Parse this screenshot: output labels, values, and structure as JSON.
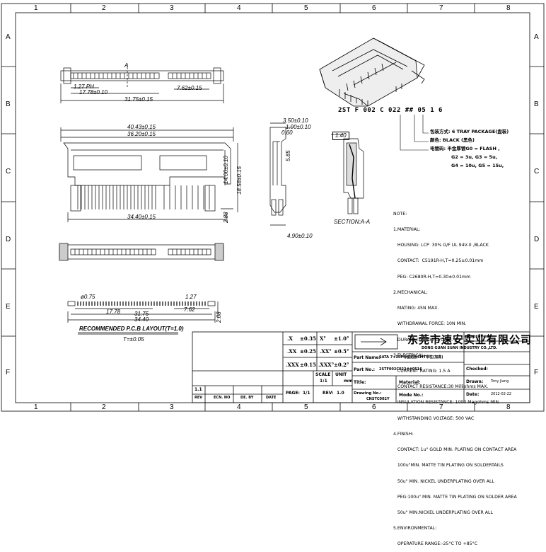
{
  "border": {
    "columns": [
      "1",
      "2",
      "3",
      "4",
      "5",
      "6",
      "7",
      "8"
    ],
    "rows": [
      "A",
      "B",
      "C",
      "D",
      "E",
      "F"
    ]
  },
  "dimensions": {
    "top_view": {
      "pitch": "1.27 PH",
      "w1": "17.78±0.10",
      "w2": "7.62±0.15",
      "total": "31.75±0.15",
      "section_mark": "A"
    },
    "front_view": {
      "outer": "40.43±0.15",
      "inner": "36.20±0.15",
      "pins": "34.40±0.15",
      "h1": "14.00±0.10",
      "h2": "18.58±0.15",
      "foot": "2.88"
    },
    "side_view": {
      "d1": "3.50±0.10",
      "d2": "1.90±0.10",
      "d3": "0.60",
      "d4": "5.85",
      "bottom": "4.90±0.10"
    },
    "section": {
      "label": "SECTION:A-A",
      "dim": "1.40"
    },
    "pcb": {
      "hole": "ø0.75",
      "pitch": "1.27",
      "w1": "17.78",
      "w2": "7.62",
      "w3": "31.75",
      "total": "34.40",
      "h": "2.08",
      "title": "RECOMMENDED P.C.B LAYOUT(T=1.0)",
      "tol": "T=±0.05"
    }
  },
  "part_number": {
    "code": "2ST F 002 C 022 ## 05 1 6",
    "legend": [
      "包装方式: 6 TRAY PACKAGE(盘装)",
      "颜色: BLACK (黑色)",
      "电镀码: 半金厚镀G0 = FLASH ,",
      "G2 = 3u, G3 = 5u,",
      "G4 = 10u, G5 = 15u,"
    ]
  },
  "notes": [
    "NOTE:",
    "1.MATERIAL:",
    "   HOUSING: LCP  30% G/F UL 94V-0 ,BLACK",
    "   CONTACT:  C5191R-H,T=0.25±0.01mm",
    "   PEG: C2680R-H,T=0.30±0.01mm",
    "2.MECHANICAL:",
    "   MATING: 45N MAX.",
    "   WITHDRAWAL FORCE: 10N MIN.",
    "   DURABILITY: 500 CYCLES.",
    "3.ELECTRICAL:",
    "   CURRENT RATING: 1.5 A",
    "   CONTACT RESISTANCE:30 Milliohms MAX.",
    "   INSULATION RESISTANCE: 1000 Megohms MIN.",
    "   WITHSTANDING VOLTAGE: 500 VAC",
    "4.FINISH:",
    "   CONTACT: 1u\" GOLD MIN. PLATING ON CONTACT AREA",
    "   100u\"MIN. MATTE TIN PLATING ON SOLDERTAILS",
    "   50u\" MIN. NICKEL UNDERPLATING OVER ALL",
    "   PEG:100u\" MIN. MATTE TIN PLATING ON SOLDER AREA",
    "   50u\" MIN.NICKEL UNDERPLATING OVER ALL",
    "5.ENVIRONMENTAL:",
    "   OPERATURE RANGE:-25°C TO +85°C"
  ],
  "title_block": {
    "tolerances": [
      {
        "a": ".X",
        "b": "±0.35",
        "c": "X°",
        "d": "±1.0°"
      },
      {
        "a": ".XX",
        "b": "±0.25",
        "c": ".XX°",
        "d": "±0.5°"
      },
      {
        "a": ".XXX",
        "b": "±0.15",
        "c": ".XXX°",
        "d": "±0.2°"
      }
    ],
    "company_cn": "东莞市速安实业有限公司",
    "company_en": "DONG GUAN SUAN INDUSTRY CO.,LTD.",
    "part_name_label": "Part Name:",
    "part_name": "SATA 7+15P母座贴板SMT带柱(加高)",
    "part_no_label": "Part No.:",
    "part_no": "2STF002C022##0516",
    "title_label": "Title:",
    "material_label": "Material:",
    "drawing_no_label": "Drawing No.:",
    "drawing_no": "CNSTC002Y",
    "mode_no_label": "Mode No.:",
    "scale_label": "SCALE",
    "scale": "1:1",
    "unit_label": "UNIT",
    "unit": "mm",
    "page_label": "PAGE:",
    "page": "1/1",
    "rev_label": "REV:",
    "rev": "1.0",
    "approved_label": "Approved:",
    "checked_label": "Checked:",
    "drawn_label": "Drawn:",
    "drawn": "Tony Jiang",
    "date_label": "Date:",
    "date": "2012-02-22",
    "rev_table_rev": "1.1",
    "rev_table_headers": [
      "REV",
      "ECN. NO",
      "DE. BY",
      "DATE"
    ]
  }
}
